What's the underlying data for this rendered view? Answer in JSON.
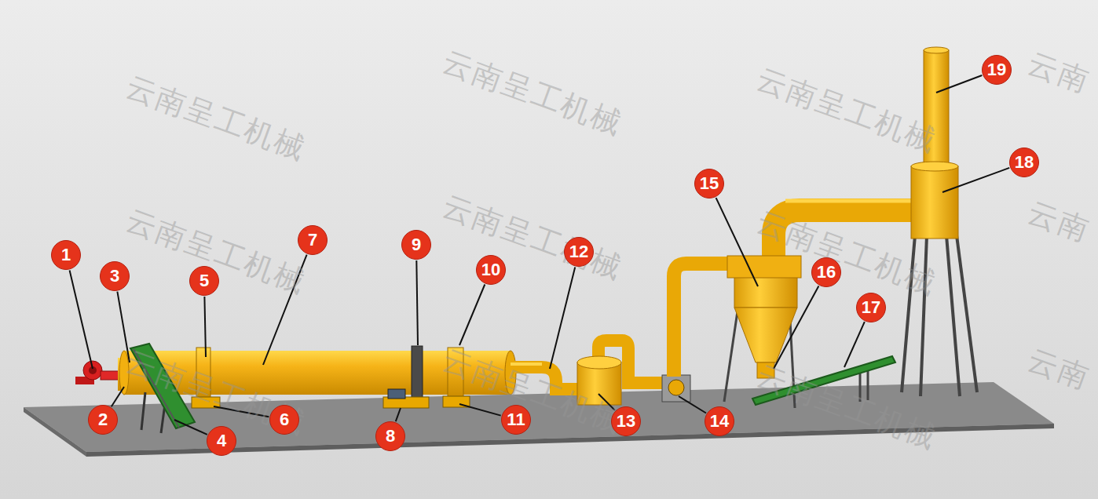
{
  "diagram": {
    "nodes": [
      {
        "text": [
          "1"
        ]
      },
      {
        "text": [
          "2"
        ]
      },
      {
        "text": [
          "3"
        ]
      },
      {
        "text": [
          "4"
        ]
      },
      {
        "text": [
          "5"
        ]
      },
      {
        "text": [
          "6"
        ]
      },
      {
        "text": [
          "7"
        ]
      },
      {
        "text": [
          "8"
        ]
      },
      {
        "text": [
          "9"
        ]
      },
      {
        "text": [
          "10"
        ]
      },
      {
        "text": [
          "11"
        ]
      },
      {
        "text": [
          "12"
        ]
      },
      {
        "text": [
          "13"
        ]
      },
      {
        "text": [
          "14"
        ]
      },
      {
        "text": [
          "15"
        ]
      },
      {
        "text": [
          "16"
        ]
      },
      {
        "text": [
          "17"
        ]
      },
      {
        "text": [
          "18"
        ]
      },
      {
        "text": [
          "19"
        ]
      }
    ],
    "labels": [
      "云南呈工机械",
      "云南呈工机械",
      "云南呈工机械",
      "云南",
      "云南呈工机械",
      "云南呈工机械",
      "云南呈工机械",
      "云南",
      "云南呈工机械",
      "云南呈工机械",
      "云南呈工机械",
      "云南"
    ]
  }
}
